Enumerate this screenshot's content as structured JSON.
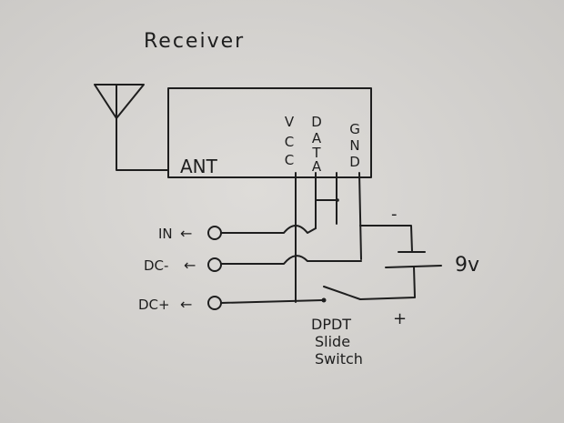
{
  "title": "Receiver",
  "module": {
    "antenna_label": "ANT",
    "pins": [
      {
        "letters": [
          "V",
          "C",
          "C"
        ]
      },
      {
        "letters": [
          "D",
          "A",
          "T",
          "A"
        ]
      },
      {
        "letters": [
          "G",
          "N",
          "D"
        ]
      }
    ]
  },
  "terminals": [
    {
      "label": "IN",
      "arrow": "←"
    },
    {
      "label": "DC-",
      "arrow": "←"
    },
    {
      "label": "DC+",
      "arrow": "←"
    }
  ],
  "battery": {
    "label": "9v",
    "minus": "-",
    "plus": "+"
  },
  "switch": {
    "lines": [
      "DPDT",
      "Slide",
      "Switch"
    ]
  }
}
